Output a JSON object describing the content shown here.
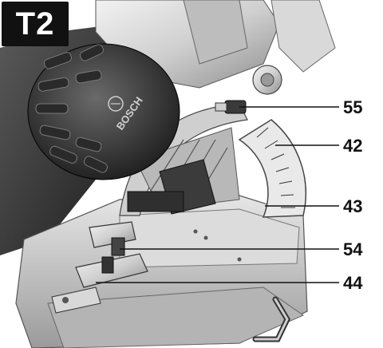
{
  "figure_label": "T2",
  "brand_text": "BOSCH",
  "callouts": [
    {
      "id": "55",
      "label": "55"
    },
    {
      "id": "42",
      "label": "42"
    },
    {
      "id": "43",
      "label": "43"
    },
    {
      "id": "54",
      "label": "54"
    },
    {
      "id": "44",
      "label": "44"
    }
  ]
}
